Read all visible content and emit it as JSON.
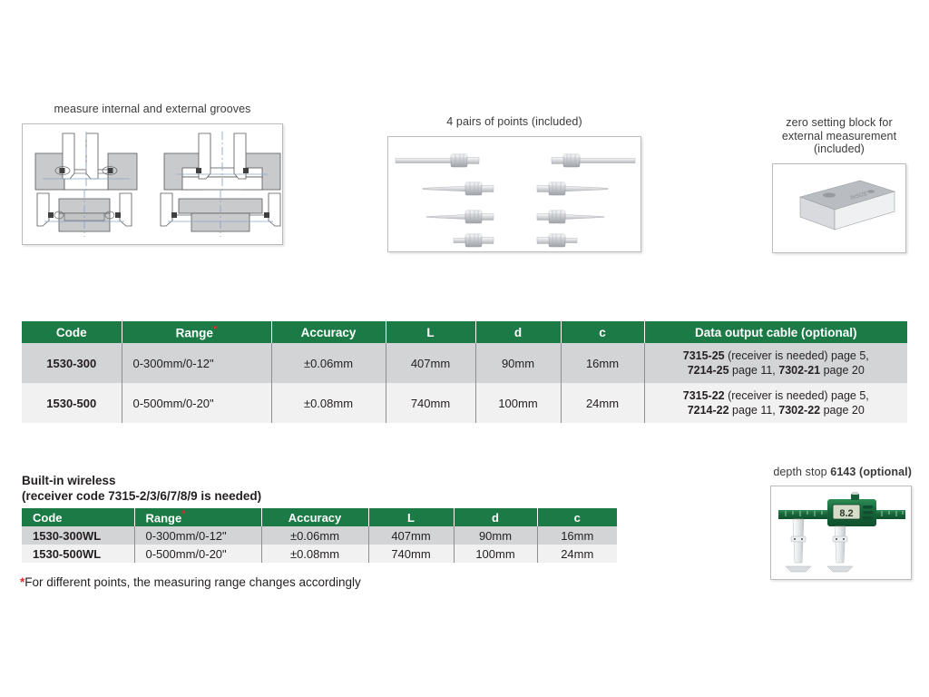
{
  "figures": {
    "grooves": {
      "caption": "measure internal and external grooves"
    },
    "points": {
      "caption": "4 pairs of points (included)"
    },
    "zero_block": {
      "caption_line1": "zero setting block for",
      "caption_line2": "external measurement",
      "caption_line3": "(included)"
    },
    "depth_stop": {
      "caption_prefix": "depth stop ",
      "caption_code": "6143",
      "caption_suffix": " (optional)",
      "display_value": "8.2"
    }
  },
  "main_table": {
    "headers": {
      "code": "Code",
      "range": "Range",
      "accuracy": "Accuracy",
      "l": "L",
      "d": "d",
      "c": "c",
      "cable": "Data output cable (optional)"
    },
    "rows": [
      {
        "code": "1530-300",
        "range": "0-300mm/0-12\"",
        "accuracy": "±0.06mm",
        "l": "407mm",
        "d": "90mm",
        "c": "16mm",
        "cable_line1_code": "7315-25",
        "cable_line1_text": " (receiver is needed) page 5,",
        "cable_line2_code_a": "7214-25",
        "cable_line2_text_a": " page 11, ",
        "cable_line2_code_b": "7302-21",
        "cable_line2_text_b": " page 20"
      },
      {
        "code": "1530-500",
        "range": "0-500mm/0-20\"",
        "accuracy": "±0.08mm",
        "l": "740mm",
        "d": "100mm",
        "c": "24mm",
        "cable_line1_code": "7315-22",
        "cable_line1_text": " (receiver is needed) page 5,",
        "cable_line2_code_a": "7214-22",
        "cable_line2_text_a": " page 11, ",
        "cable_line2_code_b": "7302-22",
        "cable_line2_text_b": " page 20"
      }
    ]
  },
  "wireless": {
    "heading_line1": "Built-in wireless",
    "heading_line2": "(receiver code 7315-2/3/6/7/8/9 is needed)",
    "headers": {
      "code": "Code",
      "range": "Range",
      "accuracy": "Accuracy",
      "l": "L",
      "d": "d",
      "c": "c"
    },
    "rows": [
      {
        "code": "1530-300WL",
        "range": "0-300mm/0-12\"",
        "accuracy": "±0.06mm",
        "l": "407mm",
        "d": "90mm",
        "c": "16mm"
      },
      {
        "code": "1530-500WL",
        "range": "0-500mm/0-20\"",
        "accuracy": "±0.08mm",
        "l": "740mm",
        "d": "100mm",
        "c": "24mm"
      }
    ]
  },
  "footnote": {
    "marker": "*",
    "text": "For different points, the measuring range changes accordingly"
  },
  "colors": {
    "header_green": "#1b7a45",
    "row_gray": "#d3d4d5",
    "row_light": "#f1f1f1",
    "asterisk_red": "#e8262b",
    "caliper_green": "#19683c"
  }
}
